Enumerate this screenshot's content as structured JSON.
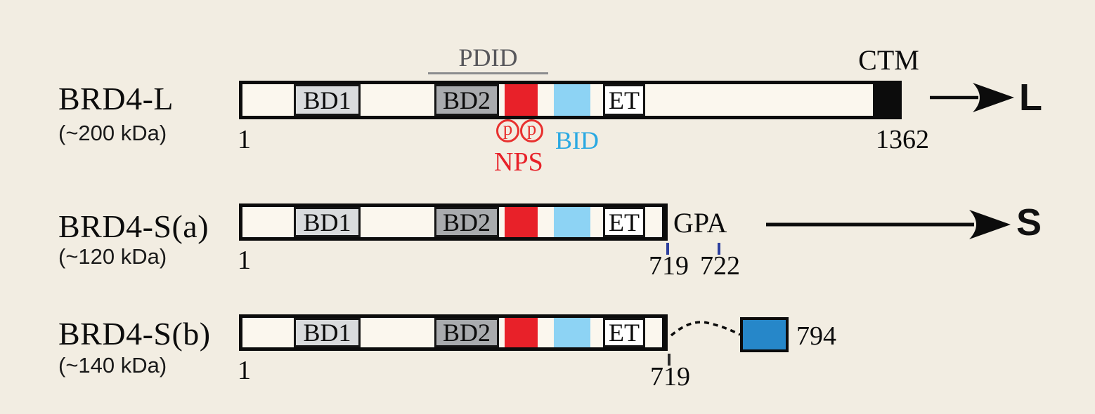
{
  "colors": {
    "background": "#f2ede2",
    "bar_fill": "#fbf7ee",
    "outline_black": "#0c0c0c",
    "bd1_fill": "#d9dbdd",
    "bd2_fill": "#a9abae",
    "nps_red": "#e82129",
    "bid_fill": "#8dd3f4",
    "bid_text_blue": "#2aa9e2",
    "exon_box_blue": "#2687c9",
    "tick_blue": "#2c3f9e",
    "pdid_text_gray": "#57575b",
    "pdid_line_gray": "#8b8c8e"
  },
  "shared_labels": {
    "bd1": "BD1",
    "bd2": "BD2",
    "et": "ET",
    "phospho": "p"
  },
  "row1": {
    "name": "BRD4-L",
    "mass": "(~200 kDa)",
    "pdid": "PDID",
    "nps": "NPS",
    "bid": "BID",
    "ctm": "CTM",
    "start": "1",
    "end": "1362",
    "arrow_label": "L"
  },
  "row2": {
    "name": "BRD4-S(a)",
    "mass": "(~120 kDa)",
    "gpa": "GPA",
    "start": "1",
    "tick1": "719",
    "tick2": "722",
    "arrow_label": "S"
  },
  "row3": {
    "name": "BRD4-S(b)",
    "mass": "(~140 kDa)",
    "start": "1",
    "tick1": "719",
    "exon_end": "794"
  }
}
